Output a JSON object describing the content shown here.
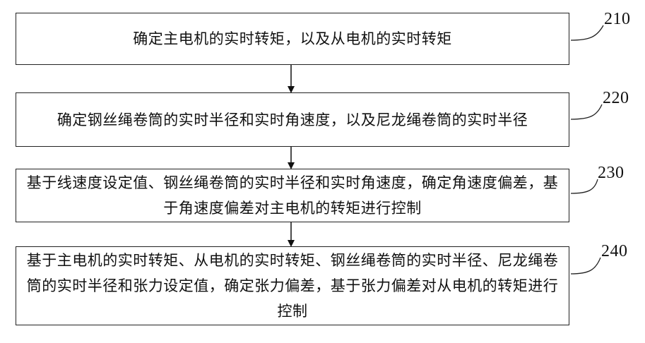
{
  "steps": [
    {
      "id": "210",
      "text": "确定主电机的实时转矩，以及从电机的实时转矩"
    },
    {
      "id": "220",
      "text": "确定钢丝绳卷筒的实时半径和实时角速度，以及尼龙绳卷筒的实时半径"
    },
    {
      "id": "230",
      "text": "基于线速度设定值、钢丝绳卷筒的实时半径和实时角速度，确定角速度偏差，基于角速度偏差对主电机的转矩进行控制"
    },
    {
      "id": "240",
      "text": "基于主电机的实时转矩、从电机的实时转矩、钢丝绳卷筒的实时半径、尼龙绳卷筒的实时半径和张力设定值，确定张力偏差，基于张力偏差对从电机的转矩进行控制"
    }
  ]
}
